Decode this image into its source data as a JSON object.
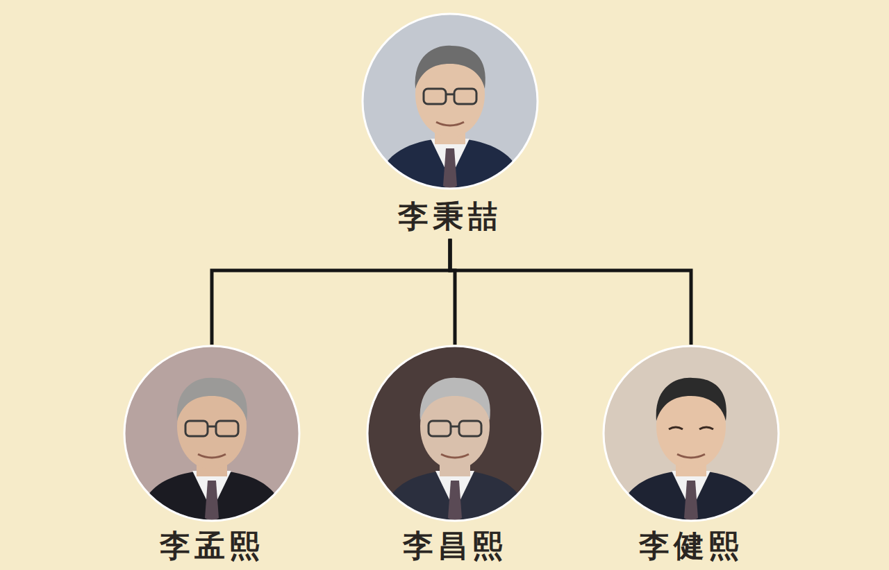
{
  "diagram": {
    "nodes": [
      {
        "text": [
          "李秉喆"
        ]
      },
      {
        "text": [
          "李孟熙"
        ]
      },
      {
        "text": [
          "李昌熙"
        ]
      },
      {
        "text": [
          "李健熙"
        ]
      }
    ],
    "edges": [
      {
        "from": 0,
        "to": 1,
        "arrow": "none"
      },
      {
        "from": 0,
        "to": 2,
        "arrow": "none"
      },
      {
        "from": 0,
        "to": 3,
        "arrow": "none"
      }
    ]
  }
}
